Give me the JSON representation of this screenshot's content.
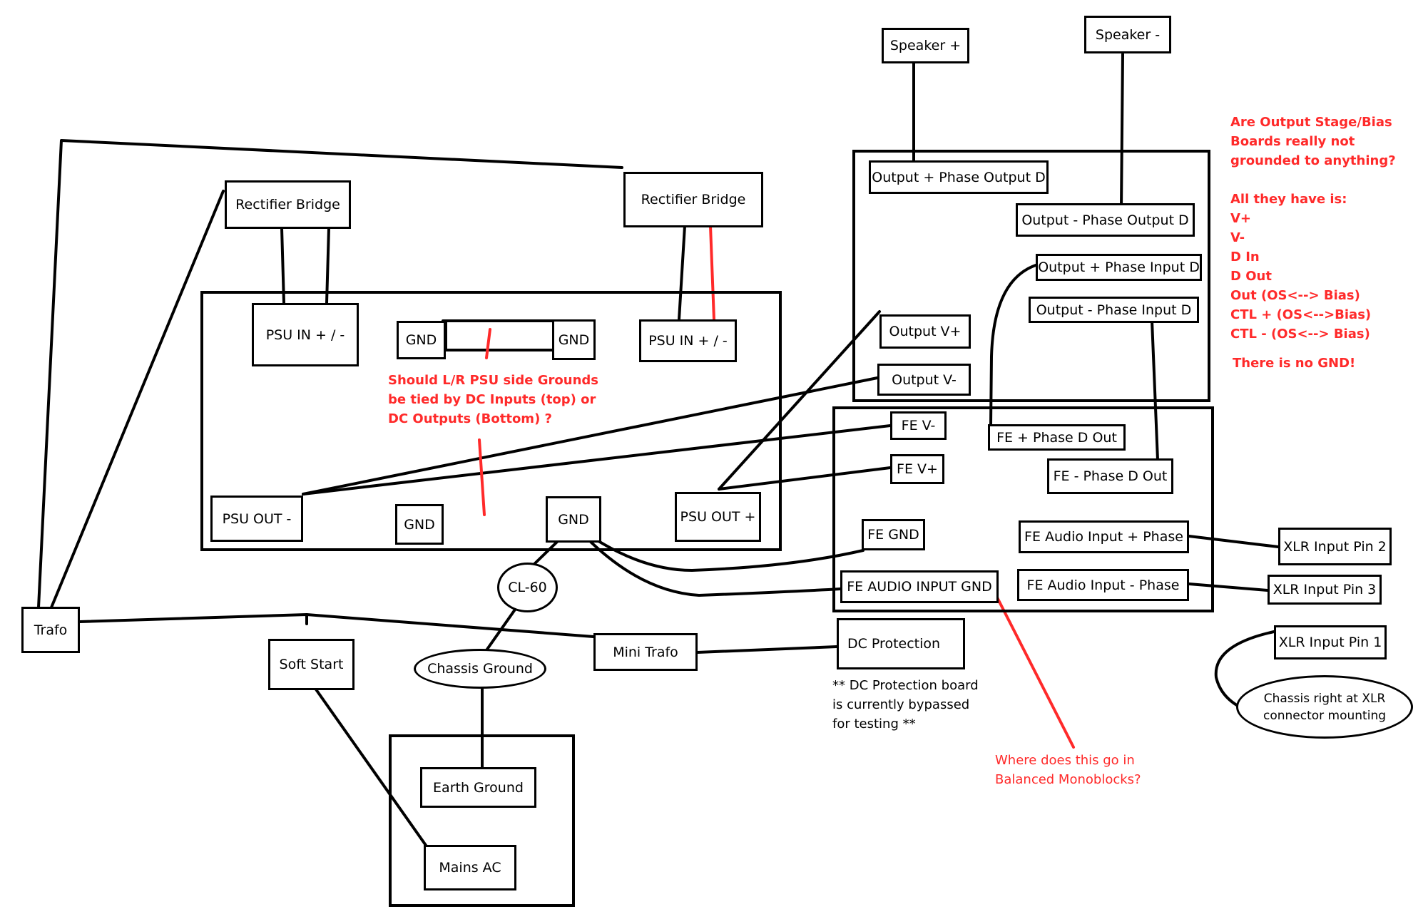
{
  "colors": {
    "line": "#000000",
    "annotation": "#ff2a2a",
    "background": "#ffffff"
  },
  "nodes": {
    "speaker_plus": "Speaker +",
    "speaker_minus": "Speaker -",
    "rectifier_left": "Rectifier Bridge",
    "rectifier_right": "Rectifier Bridge",
    "psu_in_left": "PSU IN + / -",
    "psu_in_right": "PSU IN + / -",
    "gnd_top_left": "GND",
    "gnd_top_right": "GND",
    "psu_out_minus": "PSU OUT -",
    "gnd_bottom_left": "GND",
    "gnd_bottom_right": "GND",
    "psu_out_plus": "PSU OUT +",
    "out_plus_phase_output_d": "Output + Phase Output D",
    "out_minus_phase_output_d": "Output - Phase Output D",
    "out_plus_phase_input_d": "Output + Phase Input D",
    "out_minus_phase_input_d": "Output - Phase Input D",
    "output_v_plus": "Output V+",
    "output_v_minus": "Output V-",
    "fe_v_minus": "FE V-",
    "fe_v_plus": "FE V+",
    "fe_plus_phase_d_out": "FE + Phase D Out",
    "fe_minus_phase_d_out": "FE - Phase D Out",
    "fe_gnd": "FE GND",
    "fe_audio_input_gnd": "FE AUDIO INPUT GND",
    "fe_audio_input_plus": "FE Audio Input + Phase",
    "fe_audio_input_minus": "FE Audio Input - Phase",
    "xlr_pin2": "XLR Input Pin 2",
    "xlr_pin3": "XLR Input Pin 3",
    "xlr_pin1": "XLR Input Pin 1",
    "chassis_xlr": "Chassis right at XLR\nconnector mounting",
    "trafo": "Trafo",
    "soft_start": "Soft Start",
    "cl60": "CL-60",
    "chassis_ground": "Chassis Ground",
    "mini_trafo": "Mini Trafo",
    "dc_protection": "DC Protection",
    "earth_ground": "Earth Ground",
    "mains_ac": "Mains AC"
  },
  "notes": {
    "psu_ground_question": "Should L/R PSU side Grounds\nbe tied by DC Inputs (top) or\nDC Outputs (Bottom) ?",
    "output_stage_question": "Are Output Stage/Bias\nBoards really not\ngrounded to anything?\n\nAll they have is:\nV+\nV-\nD In\nD Out\nOut (OS<--> Bias)\nCTL + (OS<-->Bias)\nCTL - (OS<--> Bias)",
    "no_gnd": "There is no GND!",
    "dc_protection_note": "** DC Protection board\nis currently bypassed\nfor testing **",
    "input_gnd_question": "Where does this go in\nBalanced Monoblocks?"
  }
}
